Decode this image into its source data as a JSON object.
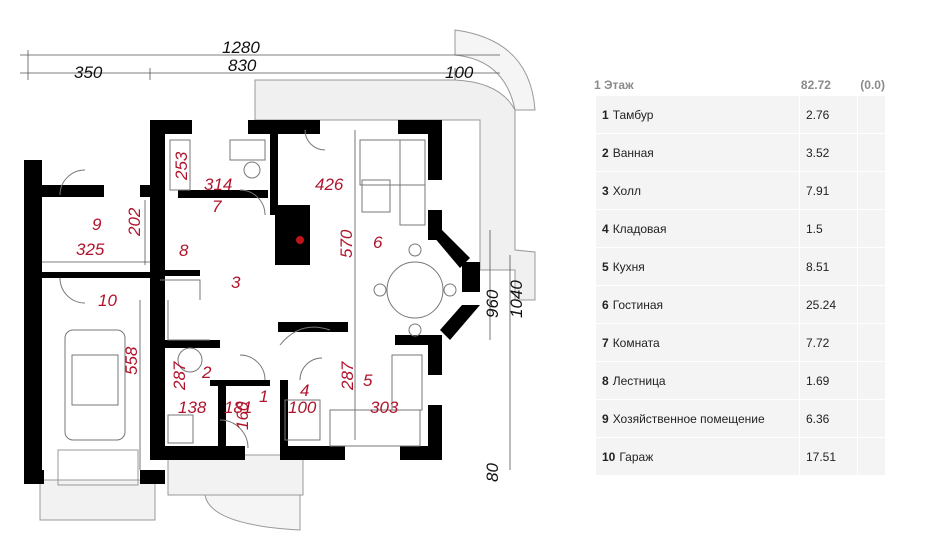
{
  "dimensions": {
    "total_width": "1280",
    "left_span": "350",
    "middle_span": "830",
    "right_span": "100",
    "depth_960": "960",
    "depth_1040": "1040",
    "depth_80": "80",
    "d_253": "253",
    "d_314": "314",
    "d_426": "426",
    "d_202": "202",
    "d_325": "325",
    "d_570": "570",
    "d_558": "558",
    "d_287a": "287",
    "d_287b": "287",
    "d_138": "138",
    "d_181": "181",
    "d_100": "100",
    "d_303": "303",
    "d_160": "160"
  },
  "rooms_on_plan": {
    "r1": "1",
    "r2": "2",
    "r3": "3",
    "r4": "4",
    "r5": "5",
    "r6": "6",
    "r7": "7",
    "r8": "8",
    "r9": "9",
    "r10": "10"
  },
  "floor": {
    "name": "1 Этаж",
    "area": "82.72",
    "extra": "(0.0)"
  },
  "rooms": [
    {
      "num": "1",
      "name": "Тамбур",
      "area": "2.76"
    },
    {
      "num": "2",
      "name": "Ванная",
      "area": "3.52"
    },
    {
      "num": "3",
      "name": "Холл",
      "area": "7.91"
    },
    {
      "num": "4",
      "name": "Кладовая",
      "area": "1.5"
    },
    {
      "num": "5",
      "name": "Кухня",
      "area": "8.51"
    },
    {
      "num": "6",
      "name": "Гостиная",
      "area": "25.24"
    },
    {
      "num": "7",
      "name": "Комната",
      "area": "7.72"
    },
    {
      "num": "8",
      "name": "Лестница",
      "area": "1.69"
    },
    {
      "num": "9",
      "name": "Хозяйственное помещение",
      "area": "6.36"
    },
    {
      "num": "10",
      "name": "Гараж",
      "area": "17.51"
    }
  ]
}
